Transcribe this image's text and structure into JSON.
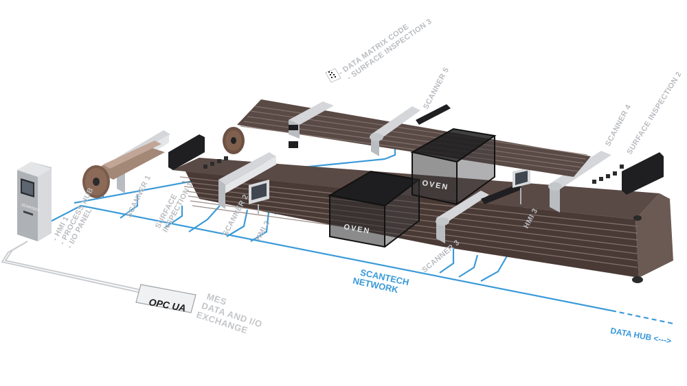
{
  "labels": {
    "data_matrix": [
      "- DATA MATRIX CODE",
      "- SURFACE INSPECTION 3"
    ],
    "scanner_5": "SCANNER 5",
    "scanner_4": [
      "SCANNER 4",
      "SURFACE INSPECTION 2"
    ],
    "scanner_1": "SCANNER 1",
    "surface_inspection_1": [
      "SURFACE",
      "INSPECTION 1"
    ],
    "scanner_2": "SCANNER 2",
    "hmi_2": "HMI 2",
    "hmi_3": "HMI 3",
    "scanner_3": "SCANNER 3",
    "hmi_1": [
      "- HMI 1",
      "- PROCESS HUB",
      "- I/O PANEL"
    ],
    "scantech_network": [
      "SCANTECH",
      "NETWORK"
    ],
    "mes": [
      "MES",
      "DATA AND I/O",
      "EXCHANGE"
    ],
    "data_hub": "DATA HUB <--->"
  },
  "oven_label": "OVEN",
  "opc_label": "OPC UA",
  "cabinet_brand": "SCANTECH",
  "colors": {
    "network": "#3a9ad9",
    "cable_gray": "#c9ccd0",
    "web_dark": "#4a3a36",
    "web_light": "#8a7a74",
    "frame": "#d4d6d9",
    "sensor": "#1f1f21"
  }
}
